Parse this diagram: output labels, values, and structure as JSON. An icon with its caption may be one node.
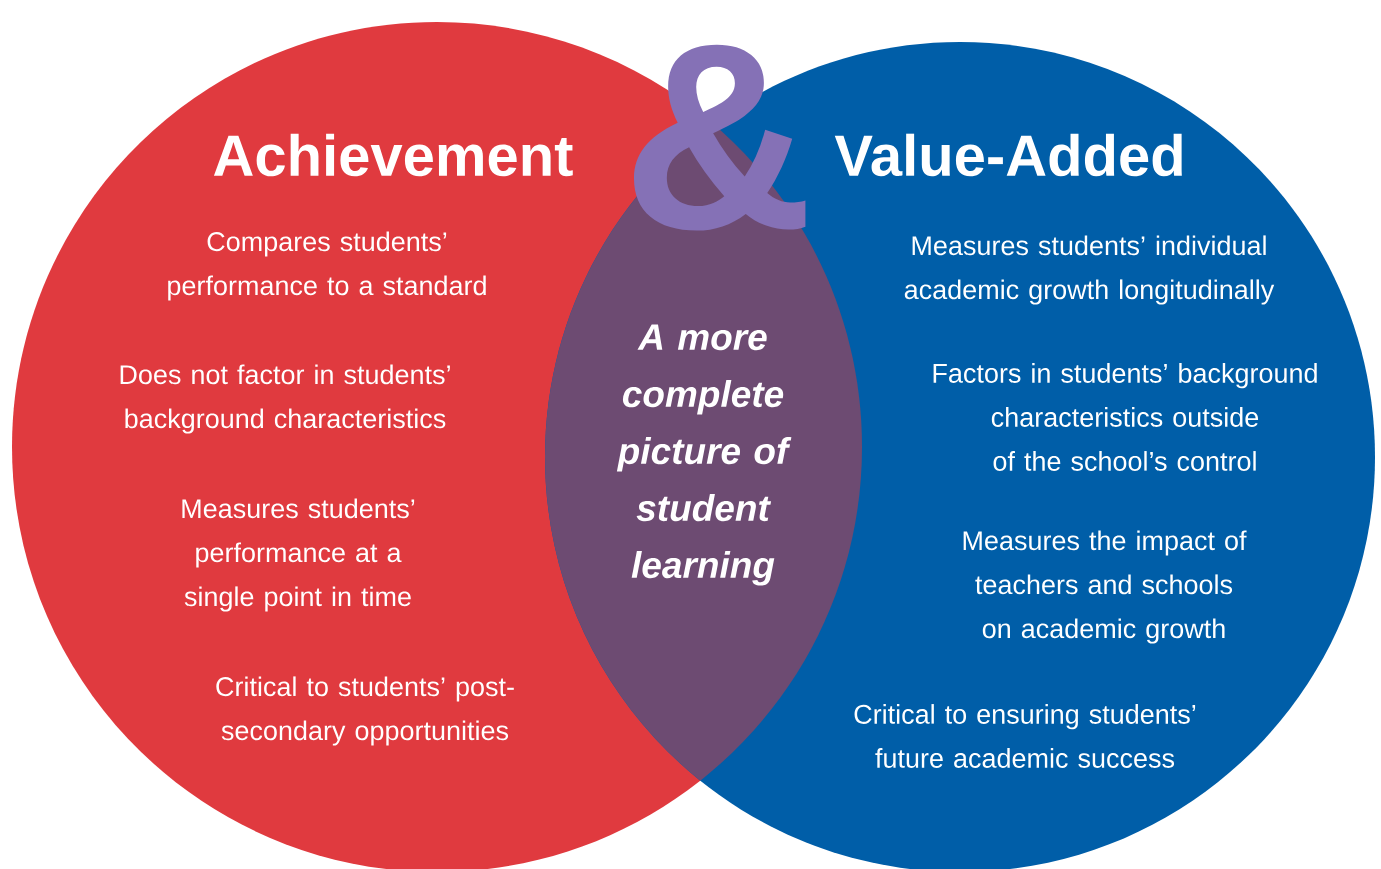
{
  "diagram": {
    "nodes": [
      {
        "text": [
          "Achievement",
          "Compares students’ performance to a standard",
          "Does not factor in students’ background characteristics",
          "Measures students’ performance at a single point in time",
          "Critical to students’ post-secondary opportunities"
        ]
      },
      {
        "text": [
          "Value-Added",
          "Measures students’ individual academic growth longitudinally",
          "Factors in students’ background characteristics outside of the school’s control",
          "Measures the impact of teachers and schools on academic growth",
          "Critical to ensuring students’ future academic success"
        ]
      },
      {
        "text": [
          "A more complete picture of student learning"
        ]
      }
    ],
    "labels": [
      "&"
    ]
  }
}
